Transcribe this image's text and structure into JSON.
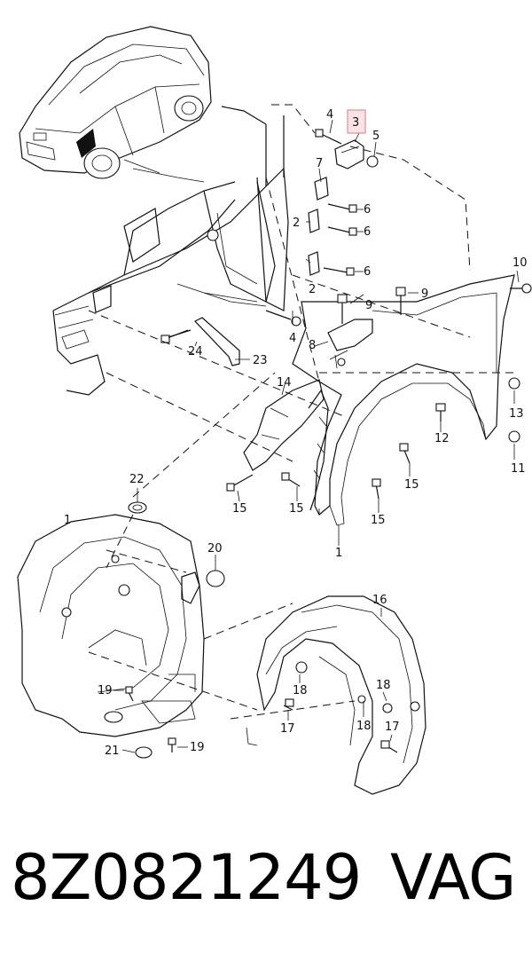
{
  "diagram": {
    "callouts": {
      "c1": "1",
      "c1b": "1",
      "c2": "2",
      "c2b": "2",
      "c3": "3",
      "c4": "4",
      "c4b": "4",
      "c5": "5",
      "c6a": "6",
      "c6b": "6",
      "c6c": "6",
      "c7": "7",
      "c8": "8",
      "c9a": "9",
      "c9b": "9",
      "c10": "10",
      "c11": "11",
      "c12": "12",
      "c13": "13",
      "c14": "14",
      "c15a": "15",
      "c15b": "15",
      "c15c": "15",
      "c15d": "15",
      "c16": "16",
      "c17a": "17",
      "c17b": "17",
      "c18a": "18",
      "c18b": "18",
      "c18c": "18",
      "c19a": "19",
      "c19b": "19",
      "c20": "20",
      "c21": "21",
      "c22": "22",
      "c23": "23",
      "c24": "24"
    },
    "highlighted_callout": "3",
    "highlight_color": "#e58a95"
  },
  "footer": {
    "part_number": "8Z0821249",
    "brand": "VAG"
  }
}
